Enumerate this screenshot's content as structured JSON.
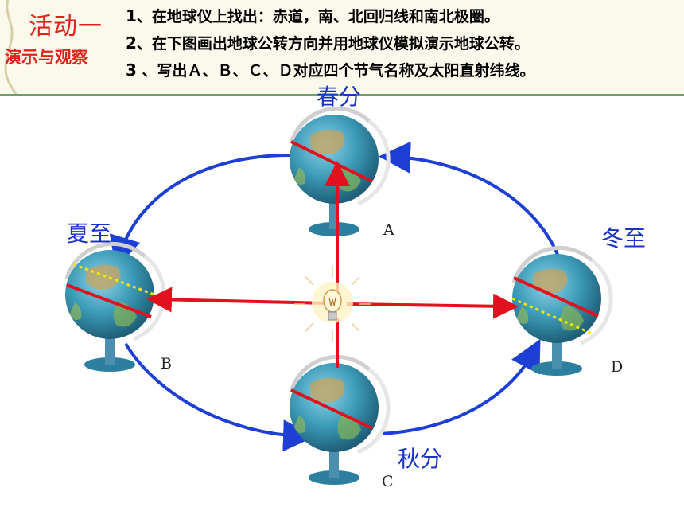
{
  "activity": {
    "title": "活动一",
    "subtitle": "演示与观察"
  },
  "tasks": [
    {
      "num": "1",
      "text": "、在地球仪上找出：赤道，南、北回归线和南北极圈。"
    },
    {
      "num": "2",
      "text": "、在下图画出地球公转方向并用地球仪模拟演示地球公转。"
    },
    {
      "num": "3",
      "text": " 、写出Ａ、Ｂ、Ｃ、Ｄ对应四个节气名称及太阳直射纬线。"
    }
  ],
  "seasons": {
    "top": "春分",
    "left": "夏至",
    "right": "冬至",
    "bottom": "秋分"
  },
  "positions": {
    "top": "A",
    "left": "B",
    "bottom": "C",
    "right": "D"
  },
  "colors": {
    "orbit": "#1d3fd6",
    "sun_rays": "#e3101e",
    "equator": "#e3101e",
    "terminator": "#f2e600",
    "season_text": "#1a32c8",
    "title_red": "#e2231a"
  },
  "icons": [
    "sun-bulb-icon",
    "globe-icon"
  ]
}
